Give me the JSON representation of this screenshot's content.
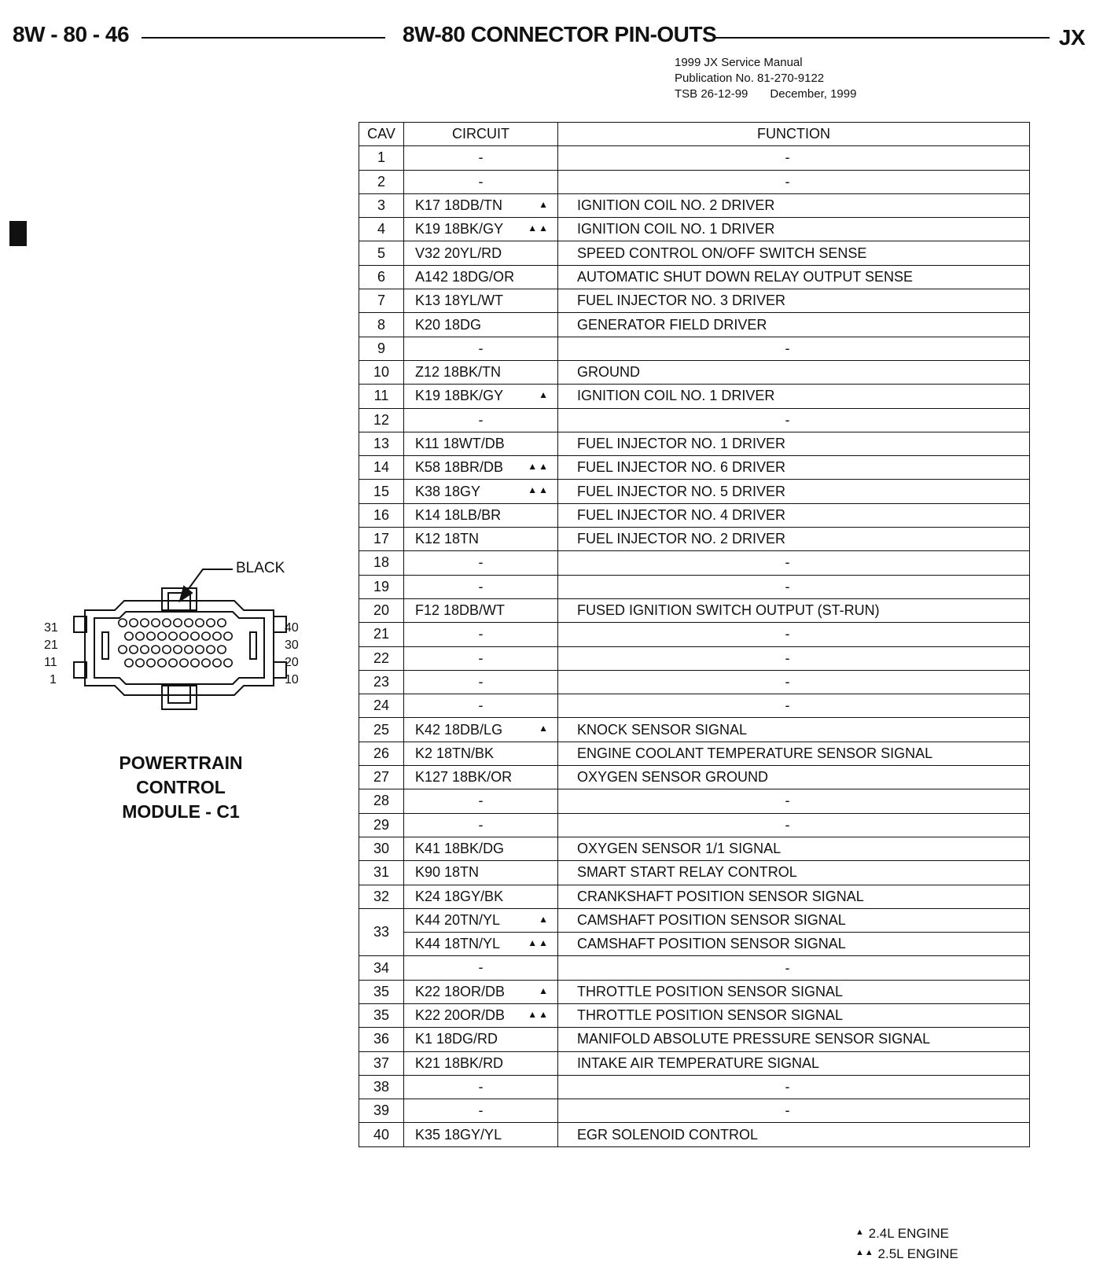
{
  "header": {
    "page_number": "8W - 80 - 46",
    "section_title": "8W-80 CONNECTOR PIN-OUTS",
    "vehicle_code": "JX"
  },
  "publication": {
    "manual": "1999 JX Service Manual",
    "publication_no": "Publication No. 81-270-9122",
    "tsb": "TSB 26-12-99",
    "date": "December, 1999"
  },
  "table": {
    "headers": [
      "CAV",
      "CIRCUIT",
      "FUNCTION"
    ],
    "rows": [
      {
        "cav": "1",
        "circuit": "-",
        "marker": "",
        "function": "-"
      },
      {
        "cav": "2",
        "circuit": "-",
        "marker": "",
        "function": "-"
      },
      {
        "cav": "3",
        "circuit": "K17 18DB/TN",
        "marker": "▲",
        "function": "IGNITION COIL NO. 2 DRIVER"
      },
      {
        "cav": "4",
        "circuit": "K19 18BK/GY",
        "marker": "▲▲",
        "function": "IGNITION COIL NO. 1 DRIVER"
      },
      {
        "cav": "5",
        "circuit": "V32 20YL/RD",
        "marker": "",
        "function": "SPEED CONTROL ON/OFF SWITCH SENSE"
      },
      {
        "cav": "6",
        "circuit": "A142 18DG/OR",
        "marker": "",
        "function": "AUTOMATIC SHUT DOWN RELAY OUTPUT SENSE"
      },
      {
        "cav": "7",
        "circuit": "K13 18YL/WT",
        "marker": "",
        "function": "FUEL INJECTOR NO. 3 DRIVER"
      },
      {
        "cav": "8",
        "circuit": "K20 18DG",
        "marker": "",
        "function": "GENERATOR FIELD DRIVER"
      },
      {
        "cav": "9",
        "circuit": "-",
        "marker": "",
        "function": "-"
      },
      {
        "cav": "10",
        "circuit": "Z12 18BK/TN",
        "marker": "",
        "function": "GROUND"
      },
      {
        "cav": "11",
        "circuit": "K19 18BK/GY",
        "marker": "▲",
        "function": "IGNITION COIL NO. 1 DRIVER"
      },
      {
        "cav": "12",
        "circuit": "-",
        "marker": "",
        "function": "-"
      },
      {
        "cav": "13",
        "circuit": "K11 18WT/DB",
        "marker": "",
        "function": "FUEL INJECTOR NO. 1 DRIVER"
      },
      {
        "cav": "14",
        "circuit": "K58 18BR/DB",
        "marker": "▲▲",
        "function": "FUEL INJECTOR NO. 6 DRIVER"
      },
      {
        "cav": "15",
        "circuit": "K38 18GY",
        "marker": "▲▲",
        "function": "FUEL INJECTOR NO. 5 DRIVER"
      },
      {
        "cav": "16",
        "circuit": "K14 18LB/BR",
        "marker": "",
        "function": "FUEL INJECTOR NO. 4 DRIVER"
      },
      {
        "cav": "17",
        "circuit": "K12 18TN",
        "marker": "",
        "function": "FUEL INJECTOR NO. 2 DRIVER"
      },
      {
        "cav": "18",
        "circuit": "-",
        "marker": "",
        "function": "-"
      },
      {
        "cav": "19",
        "circuit": "-",
        "marker": "",
        "function": "-"
      },
      {
        "cav": "20",
        "circuit": "F12 18DB/WT",
        "marker": "",
        "function": "FUSED IGNITION SWITCH OUTPUT (ST-RUN)"
      },
      {
        "cav": "21",
        "circuit": "-",
        "marker": "",
        "function": "-"
      },
      {
        "cav": "22",
        "circuit": "-",
        "marker": "",
        "function": "-"
      },
      {
        "cav": "23",
        "circuit": "-",
        "marker": "",
        "function": "-"
      },
      {
        "cav": "24",
        "circuit": "-",
        "marker": "",
        "function": "-"
      },
      {
        "cav": "25",
        "circuit": "K42 18DB/LG",
        "marker": "▲",
        "function": "KNOCK SENSOR SIGNAL"
      },
      {
        "cav": "26",
        "circuit": "K2 18TN/BK",
        "marker": "",
        "function": "ENGINE COOLANT TEMPERATURE SENSOR SIGNAL"
      },
      {
        "cav": "27",
        "circuit": "K127 18BK/OR",
        "marker": "",
        "function": "OXYGEN SENSOR GROUND"
      },
      {
        "cav": "28",
        "circuit": "-",
        "marker": "",
        "function": "-"
      },
      {
        "cav": "29",
        "circuit": "-",
        "marker": "",
        "function": "-"
      },
      {
        "cav": "30",
        "circuit": "K41 18BK/DG",
        "marker": "",
        "function": "OXYGEN SENSOR 1/1 SIGNAL"
      },
      {
        "cav": "31",
        "circuit": "K90 18TN",
        "marker": "",
        "function": "SMART START RELAY CONTROL"
      },
      {
        "cav": "32",
        "circuit": "K24 18GY/BK",
        "marker": "",
        "function": "CRANKSHAFT POSITION SENSOR SIGNAL"
      },
      {
        "cav": "33",
        "circuit": "K44 20TN/YL",
        "marker": "▲",
        "function": "CAMSHAFT POSITION SENSOR SIGNAL"
      },
      {
        "cav": "",
        "circuit": "K44 18TN/YL",
        "marker": "▲▲",
        "function": "CAMSHAFT POSITION SENSOR SIGNAL"
      },
      {
        "cav": "34",
        "circuit": "-",
        "marker": "",
        "function": "-"
      },
      {
        "cav": "35",
        "circuit": "K22 18OR/DB",
        "marker": "▲",
        "function": "THROTTLE POSITION SENSOR SIGNAL"
      },
      {
        "cav": "35",
        "circuit": "K22 20OR/DB",
        "marker": "▲▲",
        "function": "THROTTLE POSITION SENSOR SIGNAL"
      },
      {
        "cav": "36",
        "circuit": "K1 18DG/RD",
        "marker": "",
        "function": "MANIFOLD ABSOLUTE PRESSURE SENSOR SIGNAL"
      },
      {
        "cav": "37",
        "circuit": "K21 18BK/RD",
        "marker": "",
        "function": "INTAKE AIR TEMPERATURE SIGNAL"
      },
      {
        "cav": "38",
        "circuit": "-",
        "marker": "",
        "function": "-"
      },
      {
        "cav": "39",
        "circuit": "-",
        "marker": "",
        "function": "-"
      },
      {
        "cav": "40",
        "circuit": "K35 18GY/YL",
        "marker": "",
        "function": "EGR SOLENOID CONTROL"
      }
    ]
  },
  "connector": {
    "color_label": "BLACK",
    "left_pins": [
      "31",
      "21",
      "11",
      "1"
    ],
    "right_pins": [
      "40",
      "30",
      "20",
      "10"
    ],
    "title_lines": [
      "POWERTRAIN",
      "CONTROL",
      "MODULE - C1"
    ]
  },
  "legend": [
    {
      "symbol": "▲",
      "text": "2.4L ENGINE"
    },
    {
      "symbol": "▲▲",
      "text": "2.5L ENGINE"
    }
  ]
}
